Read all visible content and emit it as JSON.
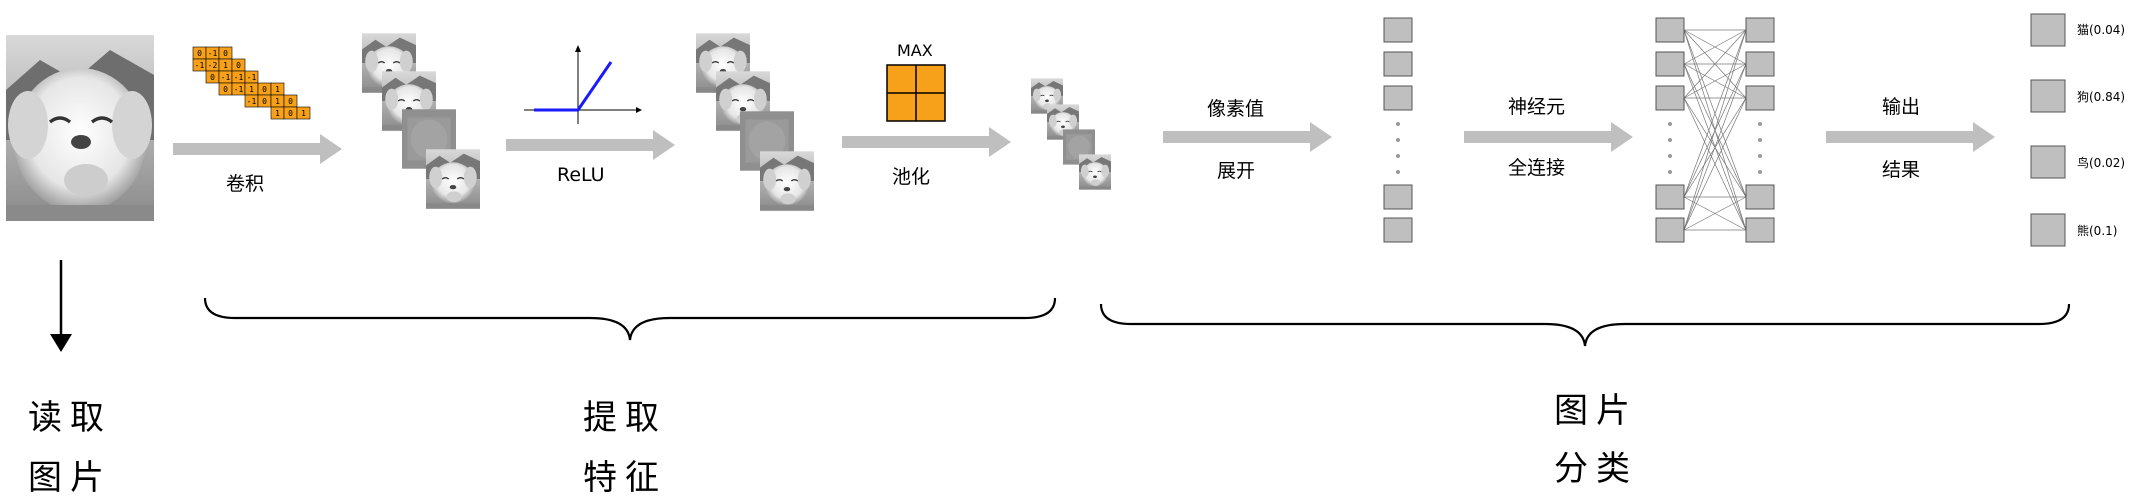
{
  "steps": {
    "conv": "卷积",
    "relu": "ReLU",
    "pool_title": "MAX",
    "pool": "池化",
    "flatten_line1": "像素值",
    "flatten_line2": "展开",
    "fc_line1": "神经元",
    "fc_line2": "全连接",
    "out_line1": "输出",
    "out_line2": "结果"
  },
  "kernel_rows": [
    [
      "0",
      "-1",
      "0"
    ],
    [
      "-1",
      "-2",
      "1",
      "0"
    ],
    [
      "0",
      "-1",
      "-1",
      "-1"
    ],
    [
      "0",
      "-1",
      "1",
      "0",
      "1"
    ],
    [
      "",
      "-1",
      "0",
      "1",
      "0"
    ],
    [
      "",
      "",
      "1",
      "0",
      "1"
    ]
  ],
  "outputs": [
    {
      "label": "猫(0.04)"
    },
    {
      "label": "狗(0.84)"
    },
    {
      "label": "鸟(0.02)"
    },
    {
      "label": "熊(0.1)"
    }
  ],
  "stages": {
    "read_line1": "读取",
    "read_line2": "图片",
    "extract_line1": "提取",
    "extract_line2": "特征",
    "classify_line1": "图片",
    "classify_line2": "分类"
  },
  "colors": {
    "arrow": "#bfbfbf",
    "kernel": "#f7a11a",
    "node": "#bfbfbf",
    "relu": "#1a1aff"
  }
}
